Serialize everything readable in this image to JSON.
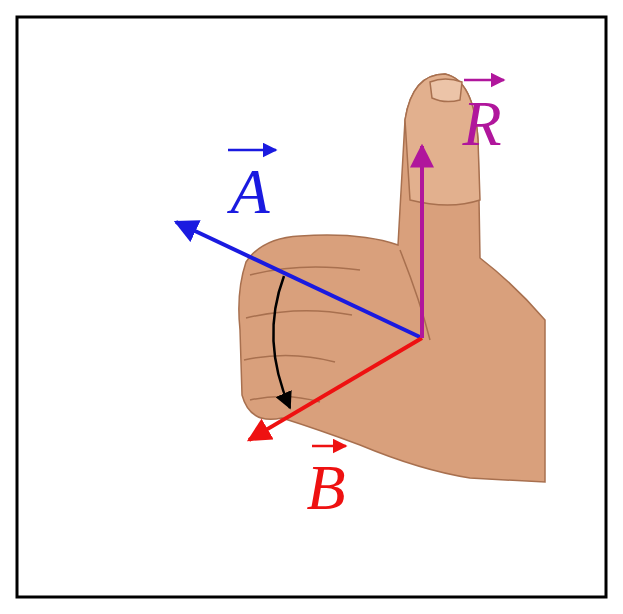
{
  "diagram": {
    "labels": [
      "A",
      "B",
      "R"
    ]
  }
}
